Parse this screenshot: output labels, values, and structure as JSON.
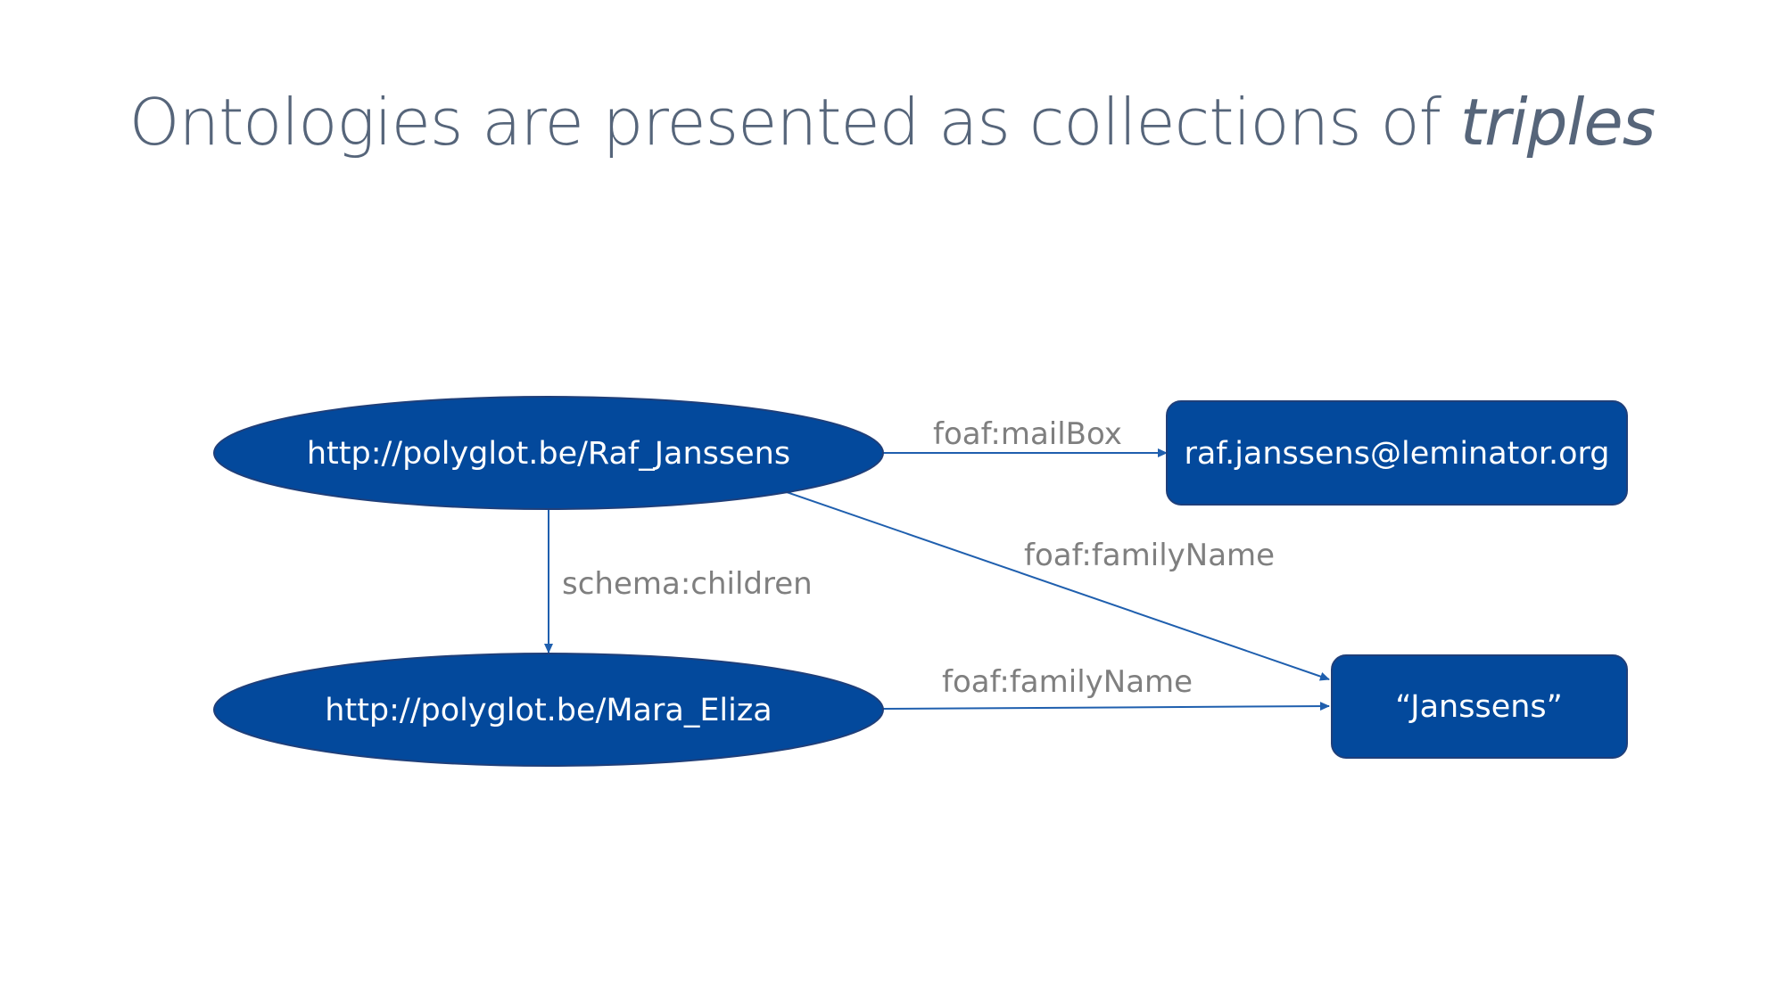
{
  "title": {
    "main": "Ontologies are presented as collections of ",
    "emphasis": "triples"
  },
  "colors": {
    "node_fill": "#03499c",
    "node_stroke": "#1f3f7a",
    "edge": "#1f5fae",
    "edge_label": "#7f7f7f",
    "title": "#56657a"
  },
  "nodes": {
    "raf": "http://polyglot.be/Raf_Janssens",
    "mara": "http://polyglot.be/Mara_Eliza",
    "email": "raf.janssens@leminator.org",
    "family": "“Janssens”"
  },
  "edges": {
    "mailbox": "foaf:mailBox",
    "family_name_raf": "foaf:familyName",
    "children": "schema:children",
    "family_name_mara": "foaf:familyName"
  }
}
